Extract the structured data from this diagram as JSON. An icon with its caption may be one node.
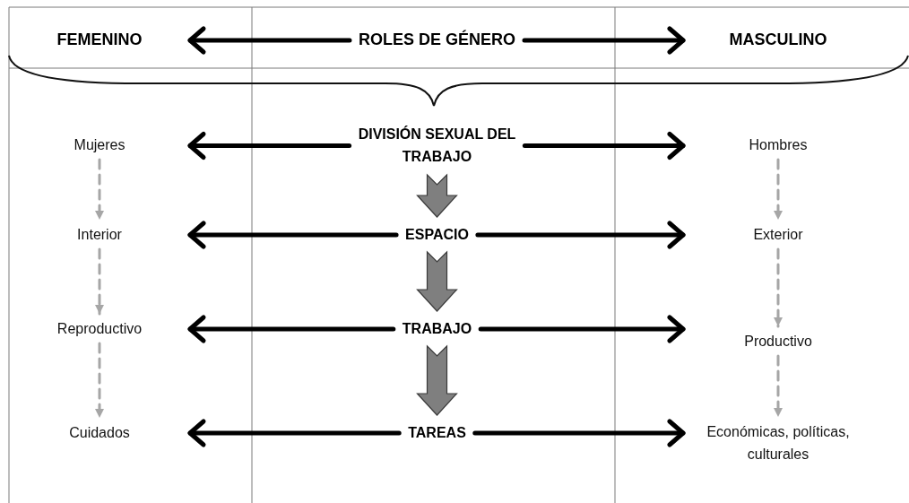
{
  "diagram": {
    "nodes": [
      {
        "text": [
          "FEMENINO"
        ]
      },
      {
        "text": [
          "ROLES DE GÉNERO"
        ]
      },
      {
        "text": [
          "MASCULINO"
        ]
      },
      {
        "text": [
          "Mujeres"
        ]
      },
      {
        "text": [
          "DIVISIÓN SEXUAL DEL TRABAJO"
        ]
      },
      {
        "text": [
          "Hombres"
        ]
      },
      {
        "text": [
          "Interior"
        ]
      },
      {
        "text": [
          "ESPACIO"
        ]
      },
      {
        "text": [
          "Exterior"
        ]
      },
      {
        "text": [
          "Reproductivo"
        ]
      },
      {
        "text": [
          "TRABAJO"
        ]
      },
      {
        "text": [
          "Productivo"
        ]
      },
      {
        "text": [
          "Cuidados"
        ]
      },
      {
        "text": [
          "TAREAS"
        ]
      },
      {
        "text": [
          "Económicas, políticas, culturales"
        ]
      }
    ],
    "edges": [
      {
        "from": 1,
        "to": 0,
        "arrow": "to"
      },
      {
        "from": 1,
        "to": 2,
        "arrow": "to"
      },
      {
        "from": 4,
        "to": 3,
        "arrow": "to"
      },
      {
        "from": 4,
        "to": 5,
        "arrow": "to"
      },
      {
        "from": 7,
        "to": 6,
        "arrow": "to"
      },
      {
        "from": 7,
        "to": 8,
        "arrow": "to"
      },
      {
        "from": 10,
        "to": 9,
        "arrow": "to"
      },
      {
        "from": 10,
        "to": 11,
        "arrow": "to"
      },
      {
        "from": 13,
        "to": 12,
        "arrow": "to"
      },
      {
        "from": 13,
        "to": 14,
        "arrow": "to"
      },
      {
        "from": 4,
        "to": 7,
        "arrow": "to",
        "style": "thick",
        "color": "#7f7f7f"
      },
      {
        "from": 7,
        "to": 10,
        "arrow": "to",
        "style": "thick",
        "color": "#7f7f7f"
      },
      {
        "from": 10,
        "to": 13,
        "arrow": "to",
        "style": "thick",
        "color": "#7f7f7f"
      },
      {
        "from": 3,
        "to": 6,
        "arrow": "to",
        "style": "dashed",
        "color": "#a6a6a6"
      },
      {
        "from": 6,
        "to": 9,
        "arrow": "to",
        "style": "dashed",
        "color": "#a6a6a6"
      },
      {
        "from": 9,
        "to": 12,
        "arrow": "to",
        "style": "dashed",
        "color": "#a6a6a6"
      },
      {
        "from": 5,
        "to": 8,
        "arrow": "to",
        "style": "dashed",
        "color": "#a6a6a6"
      },
      {
        "from": 8,
        "to": 11,
        "arrow": "to",
        "style": "dashed",
        "color": "#a6a6a6"
      },
      {
        "from": 11,
        "to": 14,
        "arrow": "to",
        "style": "dashed",
        "color": "#a6a6a6"
      }
    ]
  }
}
